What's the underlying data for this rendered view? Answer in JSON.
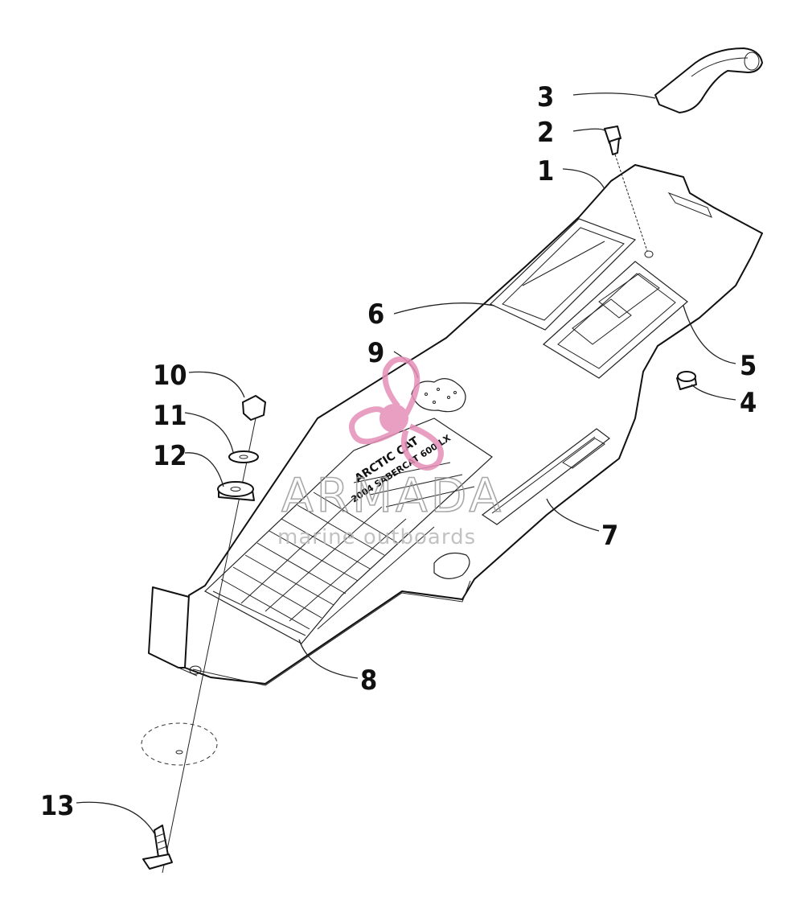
{
  "callouts": [
    {
      "id": "3",
      "label": "3"
    },
    {
      "id": "2",
      "label": "2"
    },
    {
      "id": "1",
      "label": "1"
    },
    {
      "id": "6",
      "label": "6"
    },
    {
      "id": "9",
      "label": "9"
    },
    {
      "id": "5",
      "label": "5"
    },
    {
      "id": "10",
      "label": "10"
    },
    {
      "id": "4",
      "label": "4"
    },
    {
      "id": "11",
      "label": "11"
    },
    {
      "id": "12",
      "label": "12"
    },
    {
      "id": "7",
      "label": "7"
    },
    {
      "id": "8",
      "label": "8"
    },
    {
      "id": "13",
      "label": "13"
    }
  ],
  "decal": {
    "brand": "ARCTIC CAT",
    "model": "2004 SABERCAT 600 LX"
  },
  "watermark": {
    "name": "ARMADA",
    "tagline": "marine outboards",
    "color": "#e58fb8"
  }
}
